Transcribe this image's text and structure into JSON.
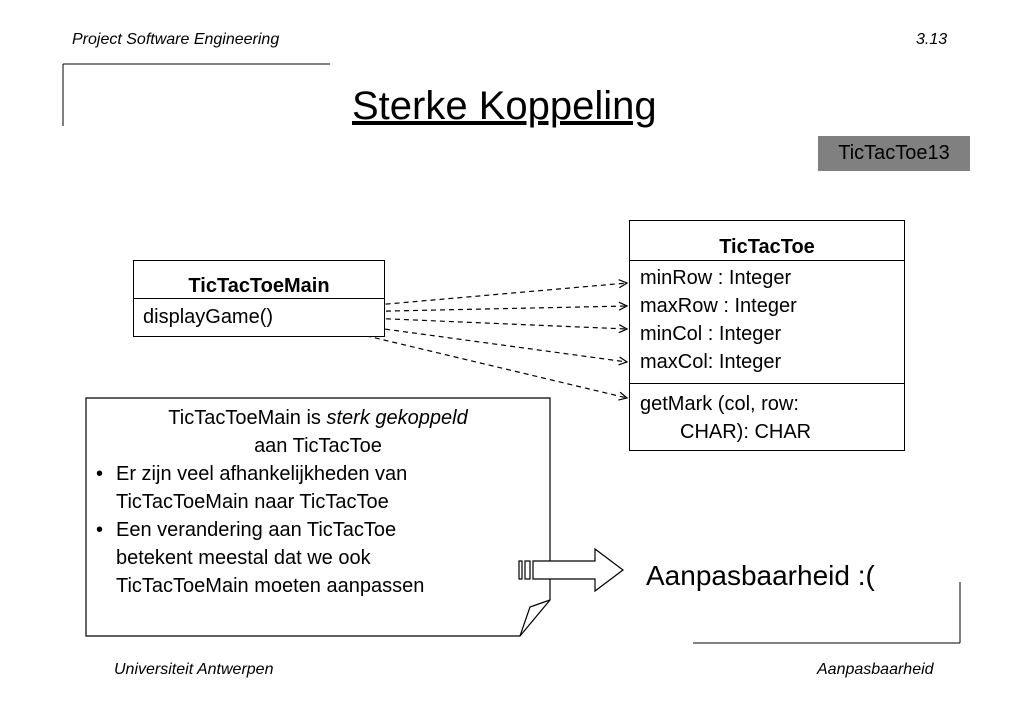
{
  "header": {
    "course": "Project Software Engineering",
    "slide_number": "3.13"
  },
  "title": "Sterke Koppeling",
  "badge": "TicTacToe13",
  "main_class": {
    "name": "TicTacToeMain",
    "methods": [
      "displayGame()"
    ]
  },
  "target_class": {
    "name": "TicTacToe",
    "attributes": [
      "minRow : Integer",
      "maxRow : Integer",
      "minCol : Integer",
      "maxCol: Integer"
    ],
    "methods": [
      "getMark  (col, row:",
      "CHAR): CHAR"
    ]
  },
  "note": {
    "line1_prefix": "TicTacToeMain is ",
    "line1_emphasis": "sterk gekoppeld",
    "line2": "aan TicTacToe",
    "bullets": [
      [
        "Er zijn veel afhankelijkheden van",
        "TicTacToeMain naar TicTacToe"
      ],
      [
        "Een verandering aan TicTacToe",
        "betekent meestal dat we ook",
        "TicTacToeMain moeten aanpassen"
      ]
    ],
    "bullet_symbol": "•"
  },
  "conclusion": "Aanpasbaarheid :(",
  "footer": {
    "left": "Universiteit Antwerpen",
    "right": "Aanpasbaarheid"
  }
}
